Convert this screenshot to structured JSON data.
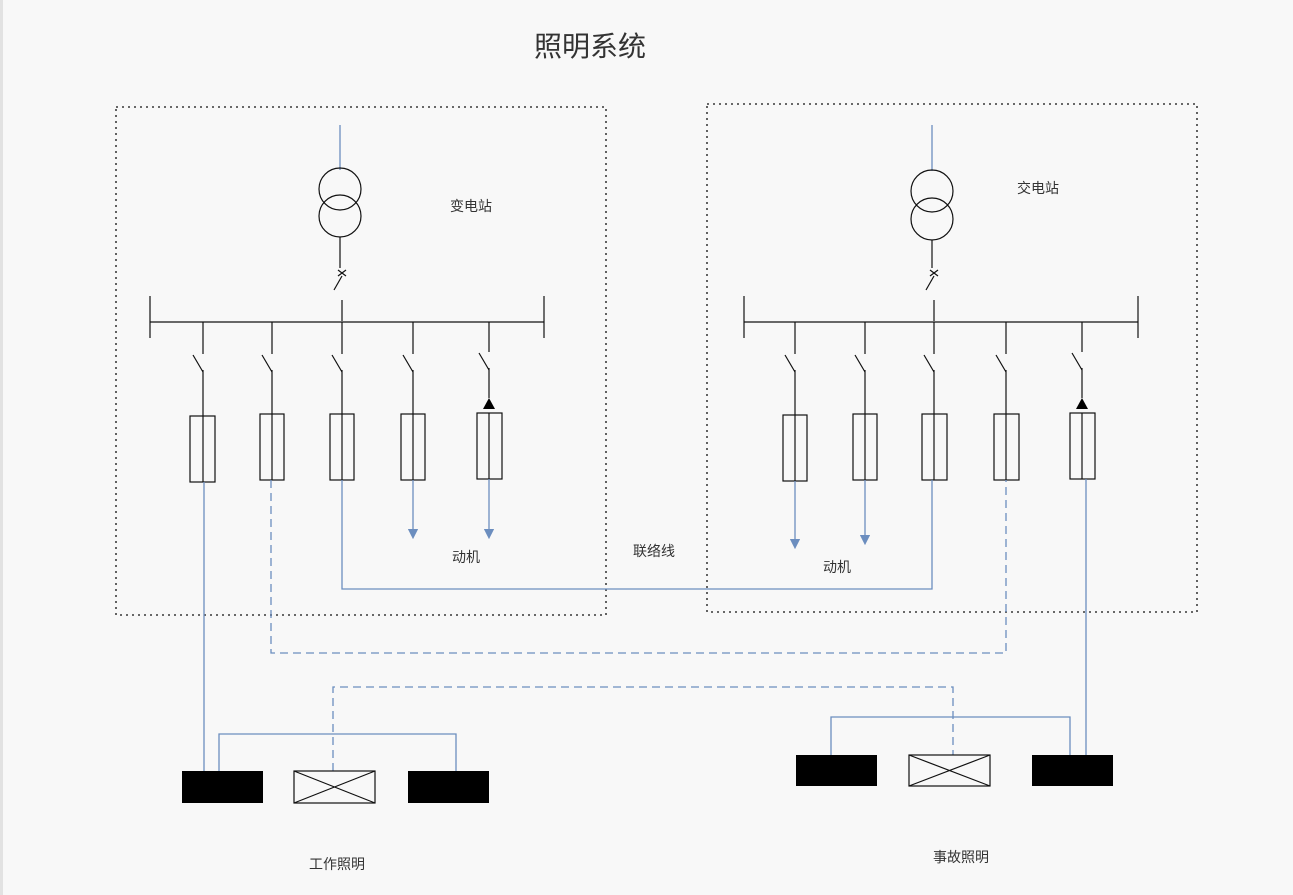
{
  "title": "照明系统",
  "stations": [
    {
      "label": "变电站",
      "load_label": "动机"
    },
    {
      "label": "交电站",
      "load_label": "动机"
    }
  ],
  "tie_line_label": "联络线",
  "groups": {
    "work_lighting": "工作照明",
    "emergency_lighting": "事故照明"
  },
  "colors": {
    "line": "#111111",
    "feeder": "#6c8ebf",
    "lamp": "#000000",
    "background": "#f8f8f8"
  }
}
